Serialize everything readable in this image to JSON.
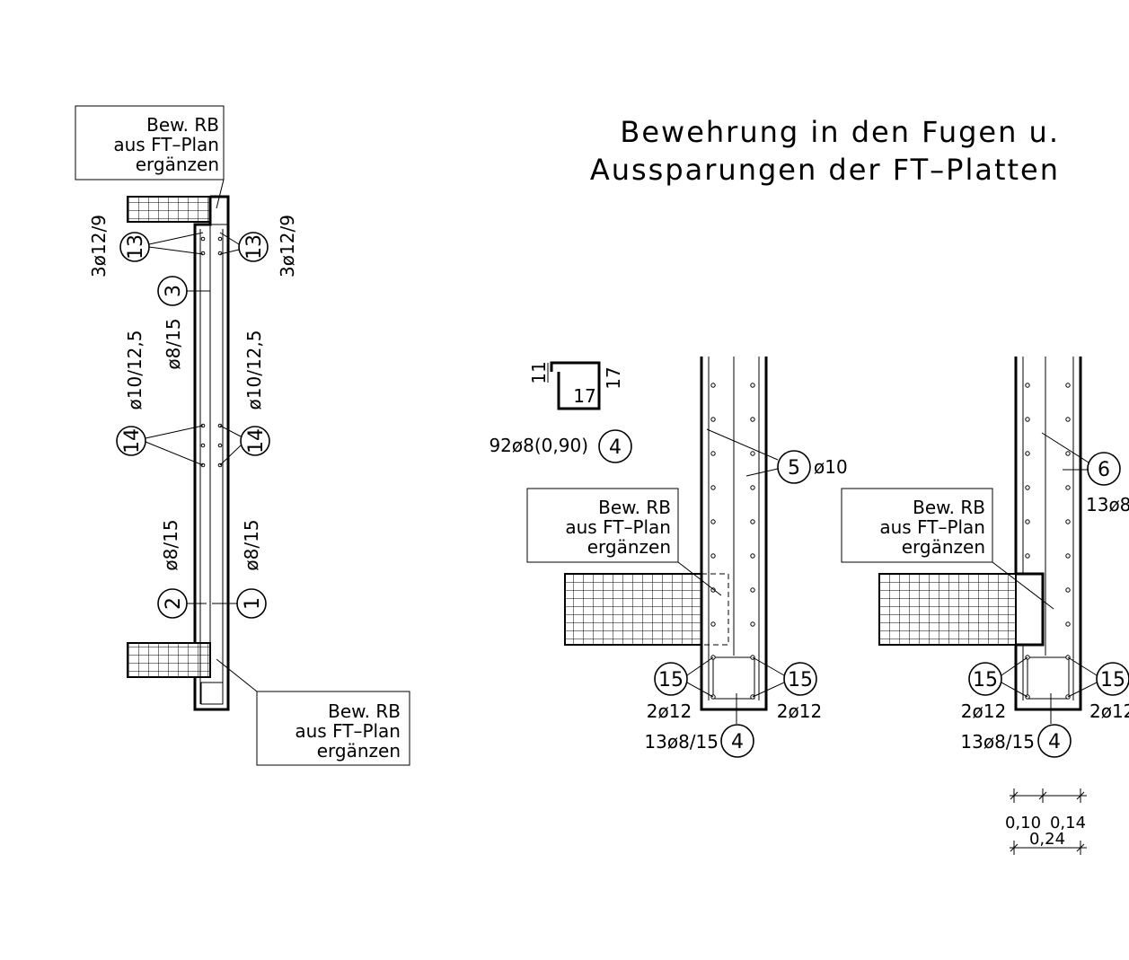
{
  "title": {
    "line1": "Bewehrung in den Fugen u.",
    "line2": "Aussparungen der FT–Platten"
  },
  "note": {
    "line1": "Bew. RB",
    "line2": "aus FT–Plan",
    "line3": "ergänzen"
  },
  "left_detail": {
    "pos13_label": "13",
    "pos13_spec": "3ø12/9",
    "pos3_label": "3",
    "pos3_spec": "ø8/15",
    "pos14_label": "14",
    "pos14_spec": "ø10/12,5",
    "pos2_label": "2",
    "pos2_spec": "ø8/15",
    "pos1_label": "1",
    "pos1_spec": "ø8/15"
  },
  "stirrup_shape": {
    "dim_left": "11",
    "dim_inner": "17",
    "dim_right": "17",
    "pos_label": "4",
    "pos_spec": "92ø8(0,90)"
  },
  "mid_detail": {
    "pos5_label": "5",
    "pos5_spec": "ø10",
    "pos15_label": "15",
    "pos15_spec": "2ø12",
    "pos4_label": "4",
    "pos4_spec": "13ø8/15"
  },
  "right_detail": {
    "pos6_label": "6",
    "pos6_spec": "13ø8",
    "pos15_label": "15",
    "pos15_spec": "2ø12",
    "pos4_label": "4",
    "pos4_spec": "13ø8/15"
  },
  "dimensions": {
    "seg1": "0,10",
    "seg2": "0,14",
    "total": "0,24"
  }
}
